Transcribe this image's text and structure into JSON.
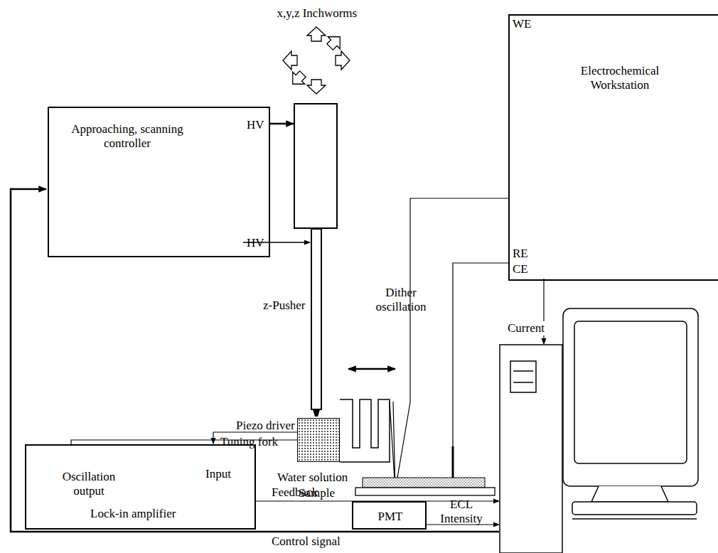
{
  "diagram": {
    "nodes": [
      {
        "text": [
          "Approaching, scanning controller",
          "HV",
          "HV"
        ]
      },
      {
        "text": [
          "x,y,z Inchworms"
        ]
      },
      {
        "text": [
          "Piezo driver"
        ]
      },
      {
        "text": [
          "WE",
          "Electrochemical Workstation",
          "RE",
          "CE"
        ]
      },
      {
        "text": [
          "Oscillation output",
          "Input",
          "Lock-in amplifier"
        ]
      },
      {
        "text": [
          "PMT"
        ]
      }
    ],
    "edges": [
      {
        "from": 0,
        "to": 1,
        "arrow": "to"
      },
      {
        "from": 4,
        "to": 2,
        "arrow": "none"
      }
    ],
    "labels": [
      "z-Pusher",
      "Dither oscillation",
      "Tuning fork",
      "Water solution",
      "Sample",
      "ECL Intensity",
      "Current",
      "Feedback",
      "Control signal"
    ]
  }
}
